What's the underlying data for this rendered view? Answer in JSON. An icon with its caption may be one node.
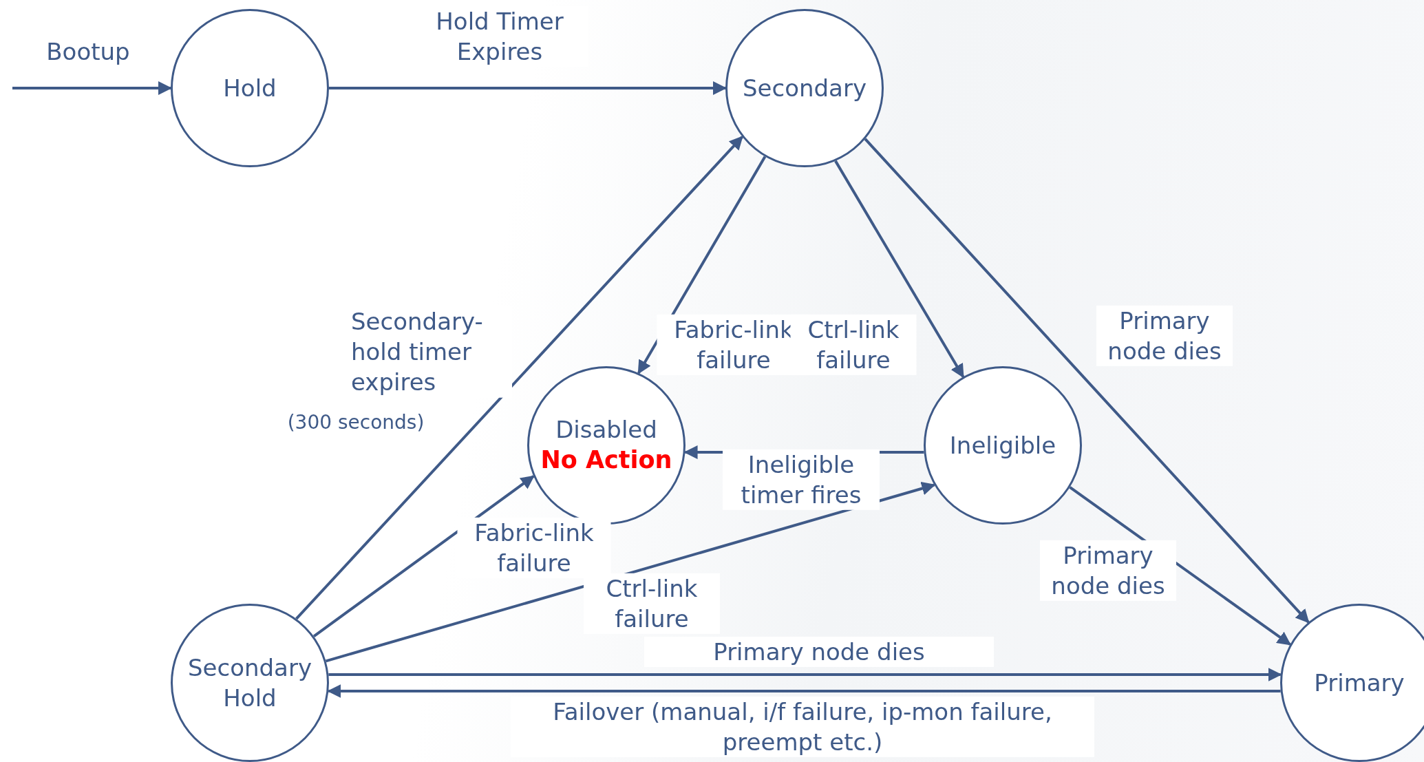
{
  "diagram": {
    "nodes": [
      {
        "text": [
          "Hold"
        ]
      },
      {
        "text": [
          "Secondary"
        ]
      },
      {
        "text": [
          "Disabled",
          "No Action"
        ]
      },
      {
        "text": [
          "Ineligible"
        ]
      },
      {
        "text": [
          "Secondary Hold"
        ]
      },
      {
        "text": [
          "Primary"
        ]
      }
    ],
    "edges": [
      {
        "from": null,
        "to": 0,
        "arrow": "to",
        "label": "Bootup"
      },
      {
        "from": 0,
        "to": 1,
        "arrow": "to",
        "label": "Hold Timer Expires"
      },
      {
        "from": 1,
        "to": 2,
        "arrow": "to",
        "label": "Fabric-link failure"
      },
      {
        "from": 1,
        "to": 3,
        "arrow": "to",
        "label": "Ctrl-link failure"
      },
      {
        "from": 1,
        "to": 5,
        "arrow": "to",
        "label": "Primary node dies"
      },
      {
        "from": 4,
        "to": 1,
        "arrow": "to",
        "label": "Secondary-hold timer expires"
      },
      {
        "from": 4,
        "to": 2,
        "arrow": "to",
        "label": "Fabric-link failure"
      },
      {
        "from": 4,
        "to": 3,
        "arrow": "to",
        "label": "Ctrl-link failure"
      },
      {
        "from": 3,
        "to": 2,
        "arrow": "to",
        "label": "Ineligible timer fires"
      },
      {
        "from": 3,
        "to": 5,
        "arrow": "to",
        "label": "Primary node dies"
      },
      {
        "from": 4,
        "to": 5,
        "arrow": "to",
        "label": "Primary node dies"
      },
      {
        "from": 5,
        "to": 4,
        "arrow": "to",
        "label": "Failover (manual, i/f failure, ip-mon failure, preempt etc.)"
      }
    ],
    "labels": [
      "(300 seconds)"
    ]
  }
}
